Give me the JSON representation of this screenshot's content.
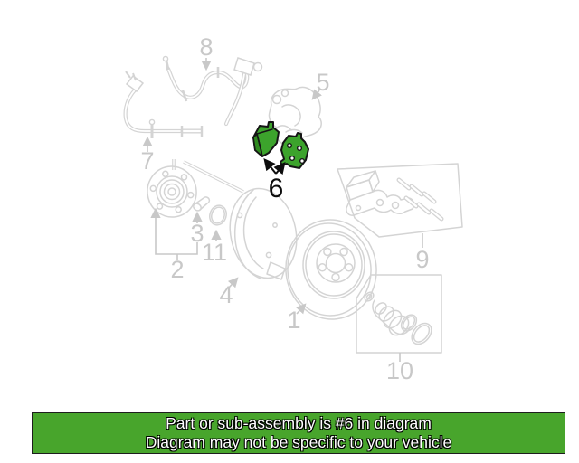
{
  "banner": {
    "line1": "Part or sub-assembly is #6 in diagram",
    "line2": "Diagram may not be specific to your vehicle",
    "bg_color": "#48a52c",
    "border_color": "#1e1e1e",
    "text_color": "#ffffff",
    "text_outline_color": "#000000"
  },
  "diagram": {
    "line_color": "#d4d4d4",
    "label_color": "#c8c8c8",
    "highlight_fill": "#3ca32c",
    "highlight_outline": "#151515",
    "highlighted_part": "6",
    "labels": {
      "part1": "1",
      "part2": "2",
      "part3": "3",
      "part4": "4",
      "part5": "5",
      "part6": "6",
      "part7": "7",
      "part8": "8",
      "part9": "9",
      "part10": "10",
      "part11": "11"
    }
  }
}
